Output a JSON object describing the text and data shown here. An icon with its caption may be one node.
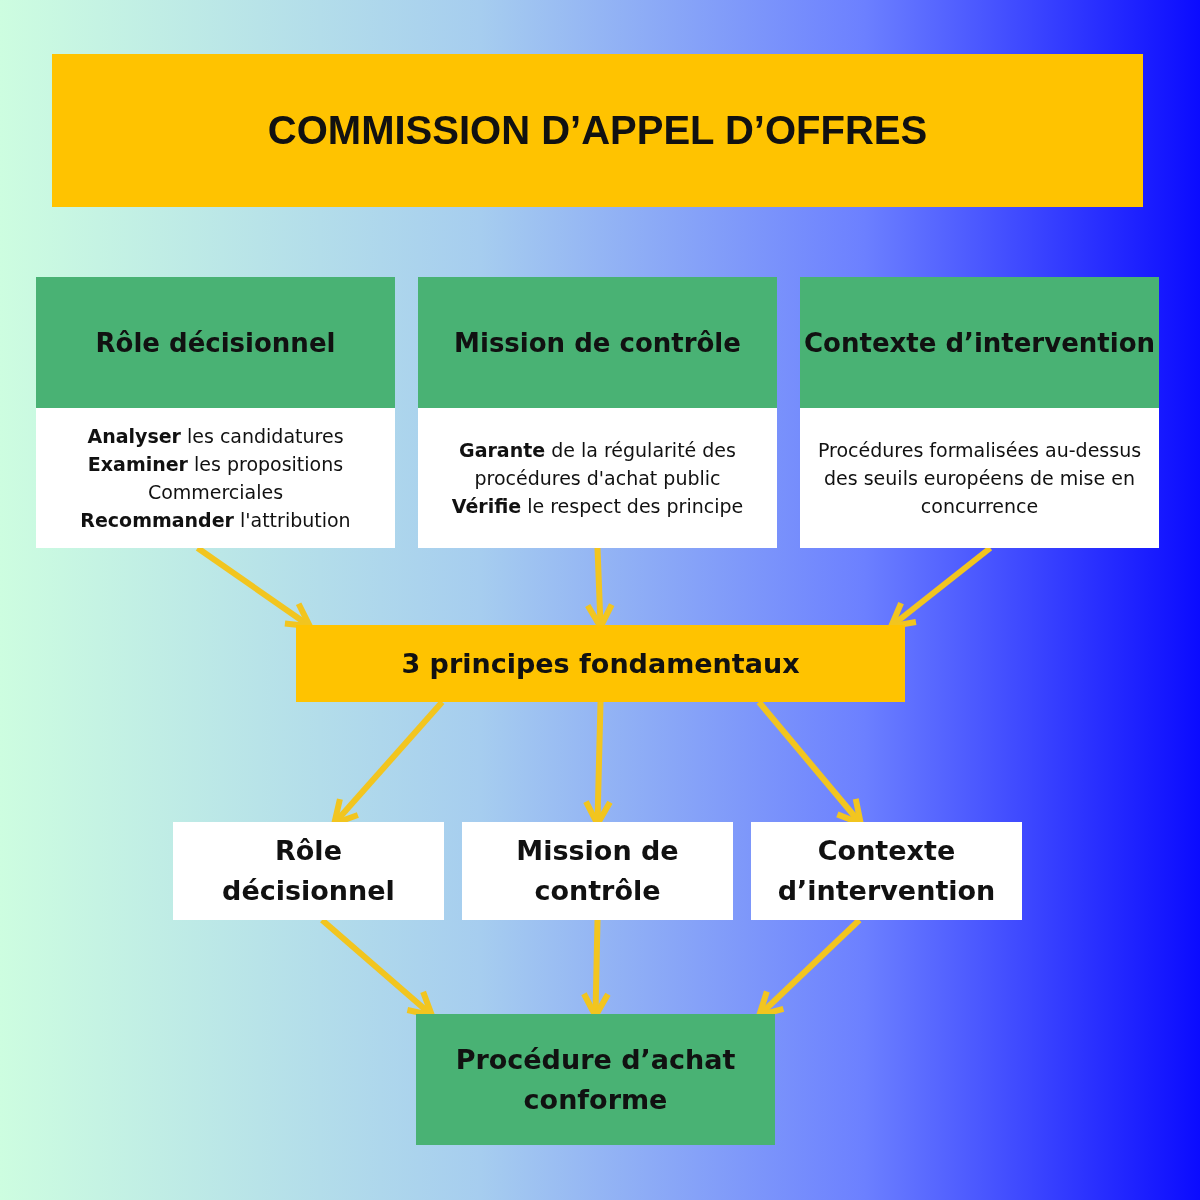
{
  "diagram": {
    "title": "COMMISSION D’APPEL D’OFFRES",
    "nodes": [
      {
        "text": [
          "Rôle décisionnel",
          "**Analyser** les candidatures",
          "**Examiner** les propositions Commerciales",
          "**Recommander** l'attribution"
        ]
      },
      {
        "text": [
          "Mission de contrôle",
          "**Garante** de la régularité des procédures d'achat public",
          "**Vérifie** le respect des principe"
        ]
      },
      {
        "text": [
          "Contexte d’intervention",
          "Procédures formalisées au-dessus des seuils européens de mise en concurrence"
        ]
      },
      {
        "text": [
          "3 principes fondamentaux"
        ]
      },
      {
        "text": [
          "Rôle décisionnel"
        ]
      },
      {
        "text": [
          "Mission de contrôle"
        ]
      },
      {
        "text": [
          "Contexte d’intervention"
        ]
      },
      {
        "text": [
          "Procédure d’achat conforme"
        ]
      }
    ],
    "edges": [
      {
        "from": 0,
        "to": 3,
        "arrow": "to"
      },
      {
        "from": 1,
        "to": 3,
        "arrow": "to"
      },
      {
        "from": 2,
        "to": 3,
        "arrow": "to"
      },
      {
        "from": 3,
        "to": 4,
        "arrow": "to"
      },
      {
        "from": 3,
        "to": 5,
        "arrow": "to"
      },
      {
        "from": 3,
        "to": 6,
        "arrow": "to"
      },
      {
        "from": 4,
        "to": 7,
        "arrow": "to"
      },
      {
        "from": 5,
        "to": 7,
        "arrow": "to"
      },
      {
        "from": 6,
        "to": 7,
        "arrow": "to"
      }
    ]
  }
}
